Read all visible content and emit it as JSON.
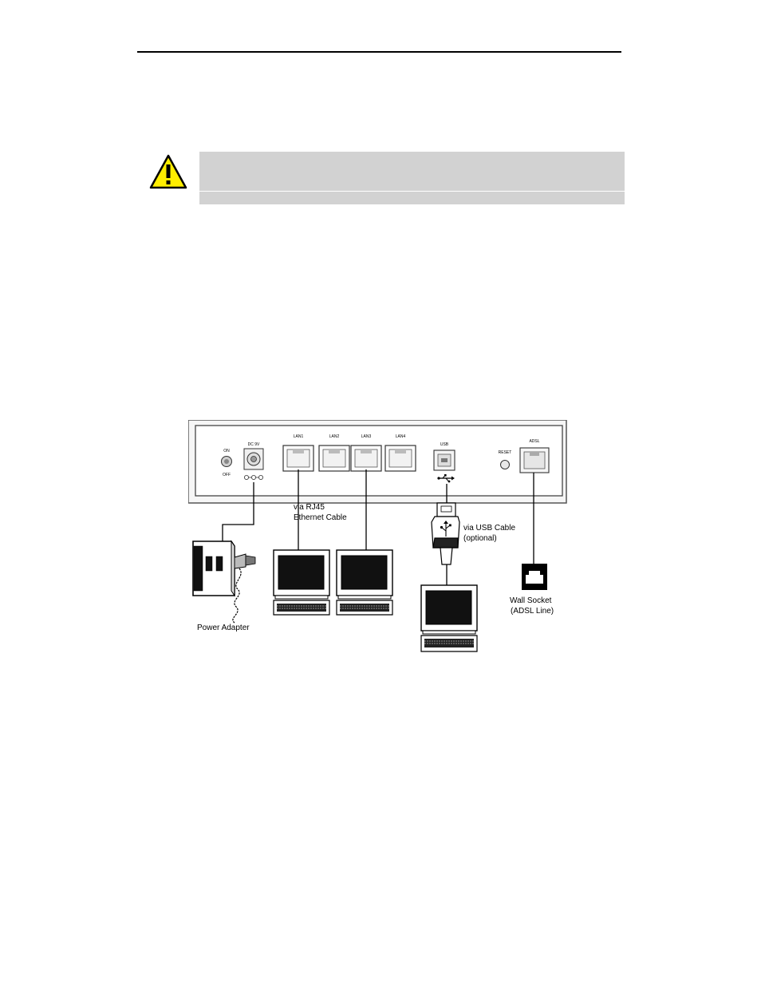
{
  "caution": {
    "icon": "warning-triangle-icon",
    "text": ""
  },
  "router_panel": {
    "power_switch": {
      "on_label": "ON",
      "off_label": "OFF"
    },
    "dc_label": "DC 9V",
    "lan_ports": [
      "LAN1",
      "LAN2",
      "LAN3",
      "LAN4"
    ],
    "usb_label": "USB",
    "reset_label": "RESET",
    "adsl_label": "ADSL"
  },
  "callouts": {
    "rj45_line1": "via RJ45",
    "rj45_line2": "Ethernet Cable",
    "usb_line1": "via USB Cable",
    "usb_line2": "(optional)",
    "power_adapter": "Power Adapter",
    "wall_socket_line1": "Wall Socket",
    "wall_socket_line2": "(ADSL Line)"
  },
  "colors": {
    "caution_fill": "#ffee00",
    "note_band": "#d2d2d2"
  }
}
